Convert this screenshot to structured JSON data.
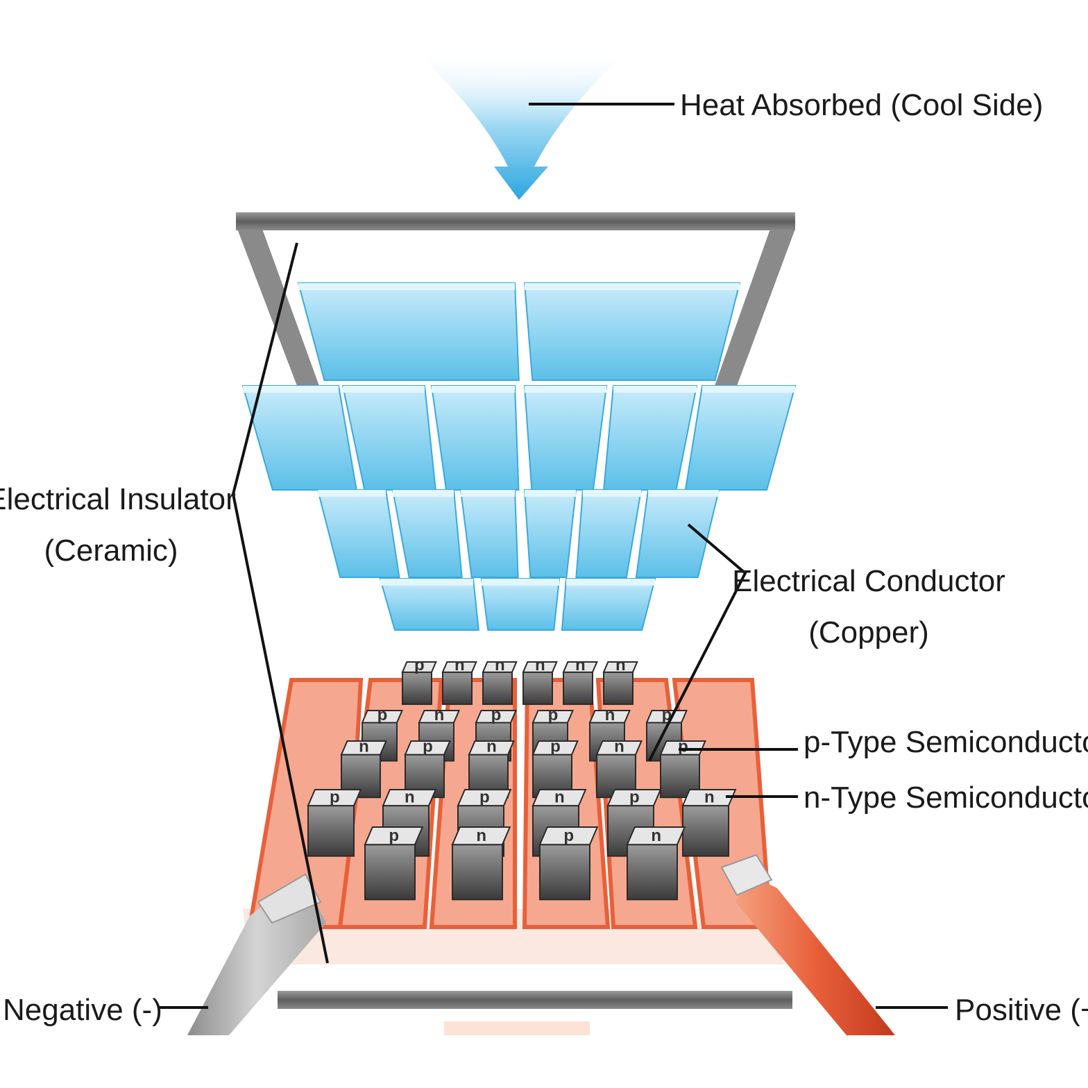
{
  "labels": {
    "heat_absorbed": "Heat Absorbed (Cool Side)",
    "insulator_line1": "Electrical Insulator",
    "insulator_line2": "(Ceramic)",
    "conductor_line1": "Electrical Conductor",
    "conductor_line2": "(Copper)",
    "p_type": "p-Type Semiconductor",
    "n_type": "n-Type Semiconductor",
    "negative": "Negative (-)",
    "positive": "Positive (+)"
  },
  "chip_letters": {
    "p": "p",
    "n": "n"
  },
  "chip_rows": [
    [
      "p",
      "n",
      "n",
      "n",
      "n",
      "n"
    ],
    [
      "p",
      "n",
      "p",
      "p",
      "n",
      "p"
    ],
    [
      "n",
      "p",
      "n",
      "p",
      "n",
      "p"
    ],
    [
      "p",
      "n",
      "p",
      "n",
      "p",
      "n"
    ],
    [
      "p",
      "n",
      "p",
      "n"
    ]
  ],
  "colors": {
    "cool_blue": "#5bbfe8",
    "ceramic_gray": "#6f6f6f",
    "copper_trace": "#f07a5a",
    "positive_wire": "#e8603a",
    "negative_wire": "#bfbfbf"
  }
}
